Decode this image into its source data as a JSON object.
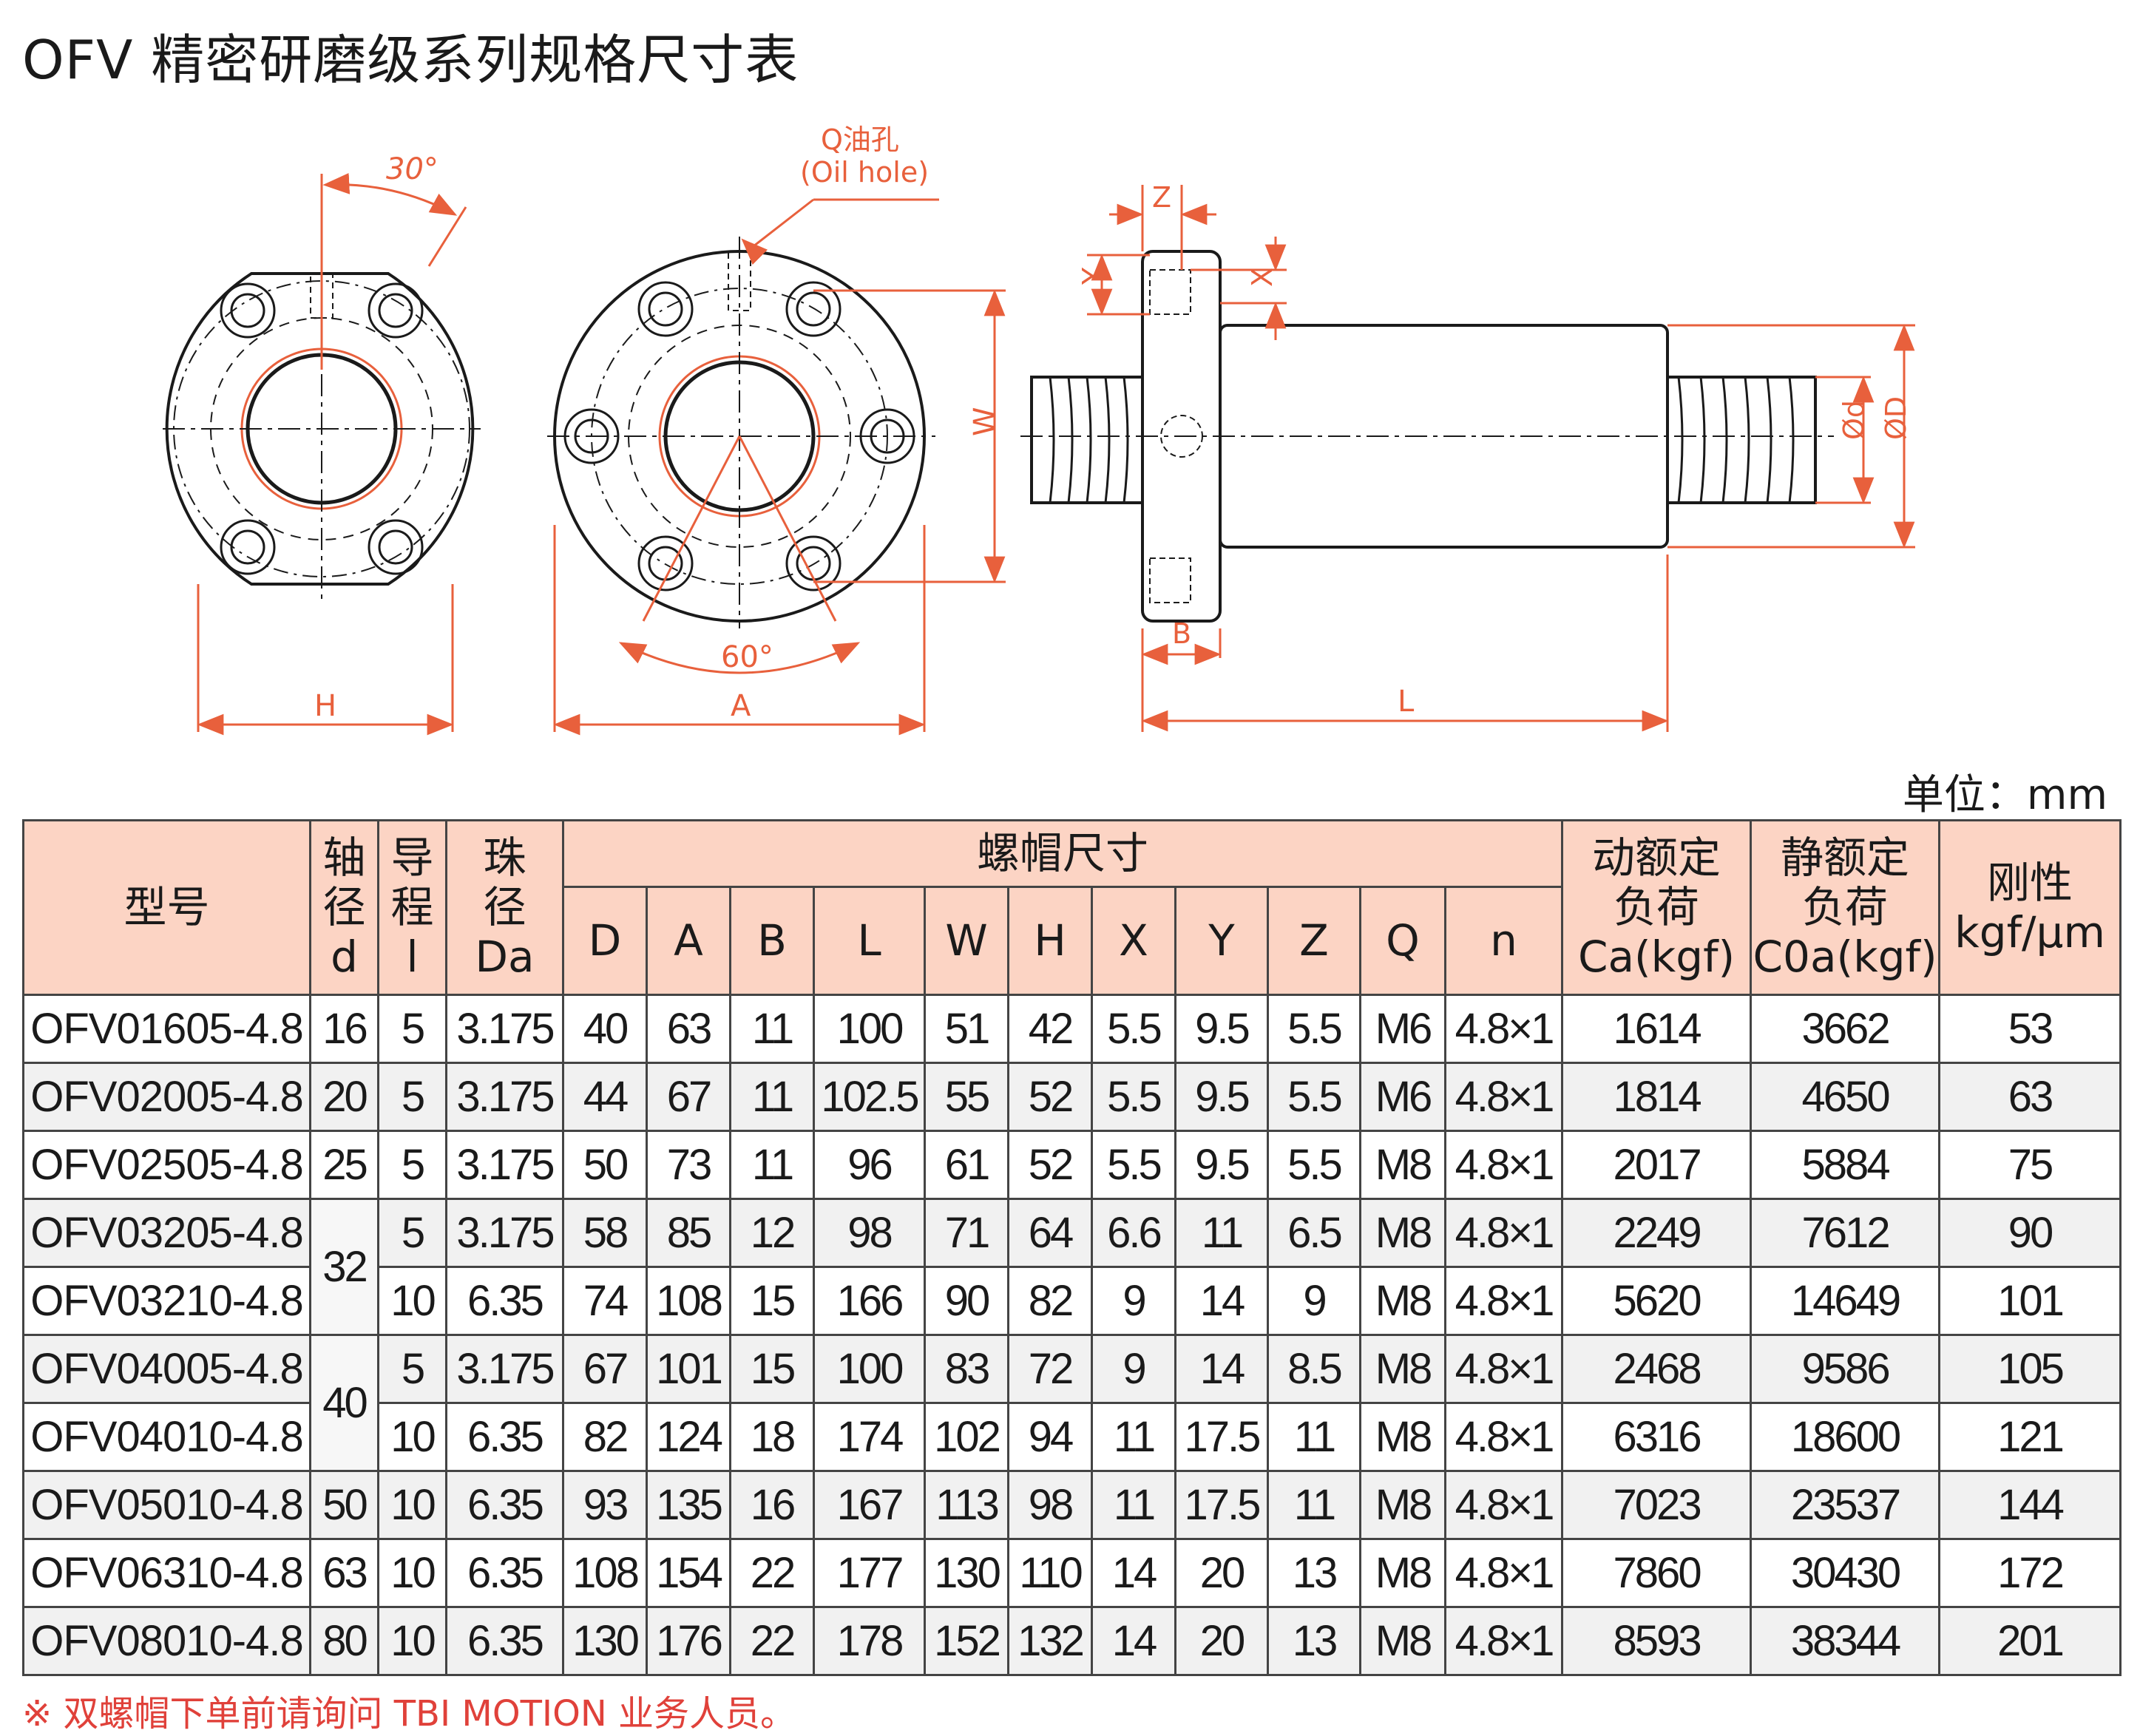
{
  "title": "OFV 精密研磨级系列规格尺寸表",
  "diagram_labels": {
    "angle30": "30°",
    "angle60": "60°",
    "oil_hole": "Q油孔",
    "oil_hole_en": "(Oil hole)",
    "H": "H",
    "A": "A",
    "W": "W",
    "Z": "Z",
    "Y": "Y",
    "X": "X",
    "B": "B",
    "L": "L",
    "d": "Ød",
    "D": "ØD"
  },
  "unit": "单位：mm",
  "headers": {
    "model": "型号",
    "shaft": [
      "轴",
      "径",
      "d"
    ],
    "lead": [
      "导",
      "程",
      "l"
    ],
    "ball": [
      "珠",
      "径",
      "Da"
    ],
    "nut": "螺帽尺寸",
    "nut_cols": [
      "D",
      "A",
      "B",
      "L",
      "W",
      "H",
      "X",
      "Y",
      "Z",
      "Q",
      "n"
    ],
    "dynamic": [
      "动额定",
      "负荷",
      "Ca(kgf)"
    ],
    "static": [
      "静额定",
      "负荷",
      "C0a(kgf)"
    ],
    "stiff": [
      "刚性",
      "kgf/μm"
    ]
  },
  "rows": [
    {
      "model": "OFV01605-4.8",
      "d": "16",
      "l": "5",
      "da": "3.175",
      "D": "40",
      "A": "63",
      "B": "11",
      "L": "100",
      "W": "51",
      "H": "42",
      "X": "5.5",
      "Y": "9.5",
      "Z": "5.5",
      "Q": "M6",
      "n": "4.8×1",
      "ca": "1614",
      "c0a": "3662",
      "k": "53"
    },
    {
      "model": "OFV02005-4.8",
      "d": "20",
      "l": "5",
      "da": "3.175",
      "D": "44",
      "A": "67",
      "B": "11",
      "L": "102.5",
      "W": "55",
      "H": "52",
      "X": "5.5",
      "Y": "9.5",
      "Z": "5.5",
      "Q": "M6",
      "n": "4.8×1",
      "ca": "1814",
      "c0a": "4650",
      "k": "63"
    },
    {
      "model": "OFV02505-4.8",
      "d": "25",
      "l": "5",
      "da": "3.175",
      "D": "50",
      "A": "73",
      "B": "11",
      "L": "96",
      "W": "61",
      "H": "52",
      "X": "5.5",
      "Y": "9.5",
      "Z": "5.5",
      "Q": "M8",
      "n": "4.8×1",
      "ca": "2017",
      "c0a": "5884",
      "k": "75"
    },
    {
      "model": "OFV03205-4.8",
      "d": "32",
      "l": "5",
      "da": "3.175",
      "D": "58",
      "A": "85",
      "B": "12",
      "L": "98",
      "W": "71",
      "H": "64",
      "X": "6.6",
      "Y": "11",
      "Z": "6.5",
      "Q": "M8",
      "n": "4.8×1",
      "ca": "2249",
      "c0a": "7612",
      "k": "90"
    },
    {
      "model": "OFV03210-4.8",
      "d": "",
      "l": "10",
      "da": "6.35",
      "D": "74",
      "A": "108",
      "B": "15",
      "L": "166",
      "W": "90",
      "H": "82",
      "X": "9",
      "Y": "14",
      "Z": "9",
      "Q": "M8",
      "n": "4.8×1",
      "ca": "5620",
      "c0a": "14649",
      "k": "101"
    },
    {
      "model": "OFV04005-4.8",
      "d": "40",
      "l": "5",
      "da": "3.175",
      "D": "67",
      "A": "101",
      "B": "15",
      "L": "100",
      "W": "83",
      "H": "72",
      "X": "9",
      "Y": "14",
      "Z": "8.5",
      "Q": "M8",
      "n": "4.8×1",
      "ca": "2468",
      "c0a": "9586",
      "k": "105"
    },
    {
      "model": "OFV04010-4.8",
      "d": "",
      "l": "10",
      "da": "6.35",
      "D": "82",
      "A": "124",
      "B": "18",
      "L": "174",
      "W": "102",
      "H": "94",
      "X": "11",
      "Y": "17.5",
      "Z": "11",
      "Q": "M8",
      "n": "4.8×1",
      "ca": "6316",
      "c0a": "18600",
      "k": "121"
    },
    {
      "model": "OFV05010-4.8",
      "d": "50",
      "l": "10",
      "da": "6.35",
      "D": "93",
      "A": "135",
      "B": "16",
      "L": "167",
      "W": "113",
      "H": "98",
      "X": "11",
      "Y": "17.5",
      "Z": "11",
      "Q": "M8",
      "n": "4.8×1",
      "ca": "7023",
      "c0a": "23537",
      "k": "144"
    },
    {
      "model": "OFV06310-4.8",
      "d": "63",
      "l": "10",
      "da": "6.35",
      "D": "108",
      "A": "154",
      "B": "22",
      "L": "177",
      "W": "130",
      "H": "110",
      "X": "14",
      "Y": "20",
      "Z": "13",
      "Q": "M8",
      "n": "4.8×1",
      "ca": "7860",
      "c0a": "30430",
      "k": "172"
    },
    {
      "model": "OFV08010-4.8",
      "d": "80",
      "l": "10",
      "da": "6.35",
      "D": "130",
      "A": "176",
      "B": "22",
      "L": "178",
      "W": "152",
      "H": "132",
      "X": "14",
      "Y": "20",
      "Z": "13",
      "Q": "M8",
      "n": "4.8×1",
      "ca": "8593",
      "c0a": "38344",
      "k": "201"
    }
  ],
  "note": "※ 双螺帽下单前请询问 TBI MOTION 业务人员。",
  "colors": {
    "dimension": "#e8603c",
    "header_bg": "#fcd4c4",
    "note": "#e0413a"
  }
}
